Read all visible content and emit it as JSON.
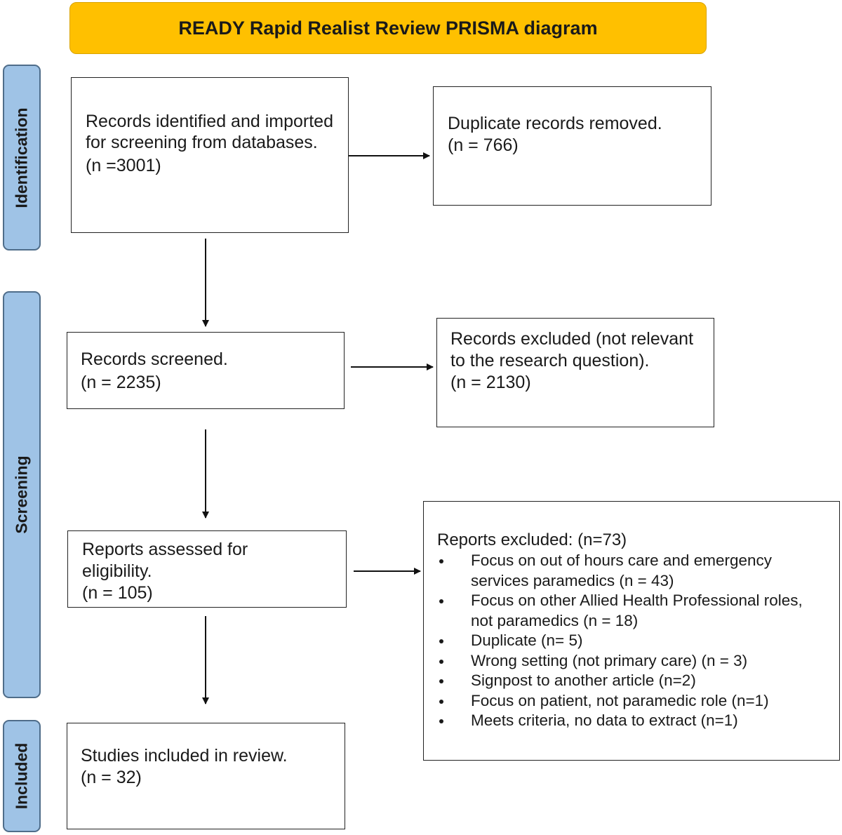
{
  "title": "READY Rapid Realist Review PRISMA diagram",
  "stages": {
    "identification": "Identification",
    "screening": "Screening",
    "included": "Included"
  },
  "boxes": {
    "identified": {
      "text": "Records identified and imported for screening from databases.",
      "count": "(n =3001)"
    },
    "duplicates": {
      "text": "Duplicate records removed.",
      "count": "(n = 766)"
    },
    "screened": {
      "text": "Records screened.",
      "count": "(n = 2235)"
    },
    "records_excluded": {
      "text": "Records excluded (not relevant to the research question).",
      "count": "(n = 2130)"
    },
    "assessed": {
      "text": "Reports assessed for eligibility.",
      "count": "(n = 105)"
    },
    "reports_excluded": {
      "heading": "Reports excluded: (n=73)",
      "items": [
        "Focus on out of hours care and emergency services paramedics (n = 43)",
        "Focus on other Allied Health Professional roles, not paramedics (n = 18)",
        "Duplicate (n= 5)",
        "Wrong setting (not primary care) (n = 3)",
        "Signpost to another article (n=2)",
        "Focus on patient, not paramedic role (n=1)",
        "Meets criteria, no data to extract (n=1)"
      ]
    },
    "included": {
      "text": "Studies included in review.",
      "count": "(n = 32)"
    }
  },
  "colors": {
    "title_fill": "#ffc000",
    "stage_fill": "#9fc3e6",
    "stage_border": "#4f6d8a",
    "box_border": "#222222"
  }
}
